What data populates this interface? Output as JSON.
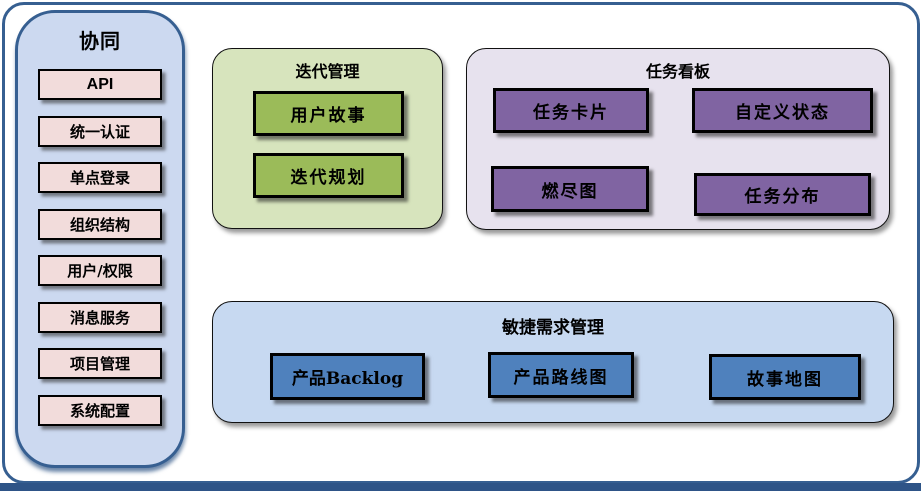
{
  "palette": {
    "frame_border": "#365f91",
    "sidebar_fill": "#ccd9f0",
    "pink_fill": "#f2dcdb",
    "green_container": "#d7e4bd",
    "green_box": "#9bbb59",
    "purple_container": "#e7e2ee",
    "purple_box": "#8064a2",
    "blue_container": "#c7d9f1",
    "blue_box": "#4f81bd",
    "box_border": "#000000"
  },
  "sidebar": {
    "title": "协同",
    "items": [
      "API",
      "统一认证",
      "单点登录",
      "组织结构",
      "用户/权限",
      "消息服务",
      "项目管理",
      "系统配置"
    ]
  },
  "groups": [
    {
      "title": "迭代管理",
      "items": [
        "用户故事",
        "迭代规划"
      ]
    },
    {
      "title": "任务看板",
      "items": [
        "任务卡片",
        "自定义状态",
        "燃尽图",
        "任务分布"
      ]
    },
    {
      "title": "敏捷需求管理",
      "items": [
        "产品Backlog",
        "产品路线图",
        "故事地图"
      ]
    }
  ]
}
